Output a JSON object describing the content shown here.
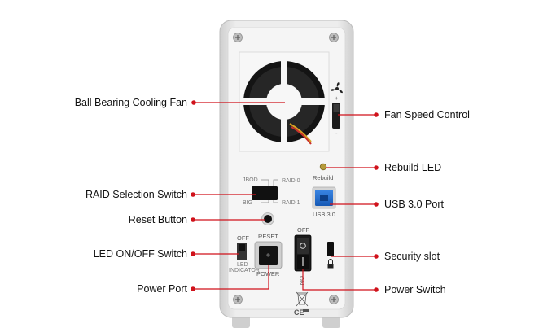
{
  "callouts": {
    "fan": "Ball Bearing Cooling Fan",
    "fan_speed": "Fan Speed Control",
    "rebuild_led": "Rebuild LED",
    "raid_switch": "RAID Selection Switch",
    "usb_port": "USB 3.0 Port",
    "reset_button": "Reset Button",
    "led_switch": "LED ON/OFF Switch",
    "security_slot": "Security slot",
    "power_port": "Power Port",
    "power_switch": "Power Switch"
  },
  "panel_labels": {
    "rebuild": "Rebuild",
    "usb": "USB 3.0",
    "jbod": "JBOD",
    "raid0": "RAID 0",
    "big": "BIG",
    "raid1": "RAID 1",
    "reset": "RESET",
    "off_led": "OFF",
    "led_indicator_1": "LED",
    "led_indicator_2": "INDICATOR",
    "power": "POWER",
    "off_power": "OFF",
    "on_power": "ON",
    "ce": "CE",
    "fan_plus": "+",
    "fan_minus": "-"
  },
  "colors": {
    "callout_line": "#d0121b",
    "housing": "#e6e6e6",
    "usb_blue": "#1f6fd1",
    "led_amber": "#b59a3a"
  }
}
